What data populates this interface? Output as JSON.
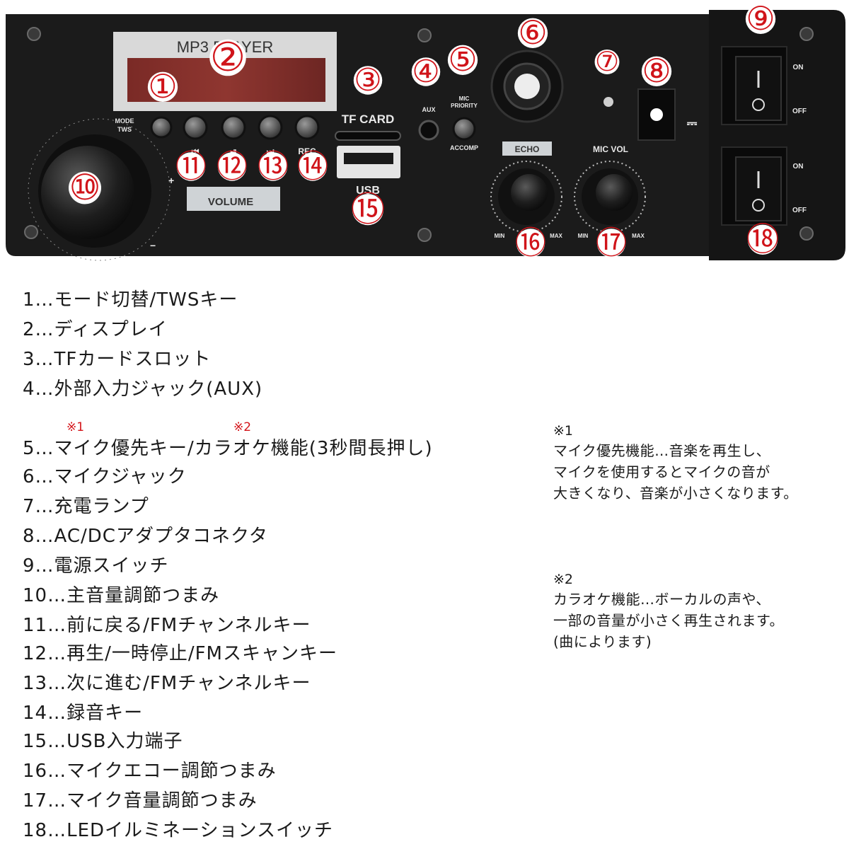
{
  "panel": {
    "display_title": "MP3 PLAYER",
    "labels": {
      "mode": "MODE",
      "tws": "TWS",
      "tf_card": "TF CARD",
      "usb": "USB",
      "aux": "AUX",
      "mic": "MIC",
      "priority": "PRIORITY",
      "accomp": "ACCOMP",
      "echo": "ECHO",
      "mic_vol": "MIC VOL",
      "volume": "VOLUME",
      "rec": "REC",
      "prev": "⏮",
      "play": "⏯",
      "next": "⏭",
      "min": "MIN",
      "max": "MAX",
      "on": "ON",
      "off": "OFF",
      "plus": "+",
      "minus": "−"
    },
    "callouts": [
      "①",
      "②",
      "③",
      "④",
      "⑤",
      "⑥",
      "⑦",
      "⑧",
      "⑨",
      "⑩",
      "⑪",
      "⑫",
      "⑬",
      "⑭",
      "⑮",
      "⑯",
      "⑰",
      "⑱"
    ],
    "colors": {
      "panel": "#1c1c1c",
      "callout": "#d0141a",
      "display": "#8a2f2a"
    }
  },
  "legend": [
    {
      "text": "1…モード切替/TWSキー"
    },
    {
      "text": "2…ディスプレイ"
    },
    {
      "text": "3…TFカードスロット"
    },
    {
      "text": "4…外部入力ジャック(AUX)"
    },
    {
      "text": "5…マイク優先キー/カラオケ機能(3秒間長押し)"
    },
    {
      "text": "6…マイクジャック"
    },
    {
      "text": "7…充電ランプ"
    },
    {
      "text": "8…AC/DCアダプタコネクタ"
    },
    {
      "text": "9…電源スイッチ"
    },
    {
      "text": "10…主音量調節つまみ"
    },
    {
      "text": "11…前に戻る/FMチャンネルキー"
    },
    {
      "text": "12…再生/一時停止/FMスキャンキー"
    },
    {
      "text": "13…次に進む/FMチャンネルキー"
    },
    {
      "text": "14…録音キー"
    },
    {
      "text": "15…USB入力端子"
    },
    {
      "text": "16…マイクエコー調節つまみ"
    },
    {
      "text": "17…マイク音量調節つまみ"
    },
    {
      "text": "18…LEDイルミネーションスイッチ"
    }
  ],
  "marks": {
    "mark1": "※1",
    "mark2": "※2"
  },
  "notes": [
    {
      "mark": "※1",
      "lines": [
        "マイク優先機能…音楽を再生し、",
        "マイクを使用するとマイクの音が",
        "大きくなり、音楽が小さくなります。"
      ]
    },
    {
      "mark": "※2",
      "lines": [
        "カラオケ機能…ボーカルの声や、",
        "一部の音量が小さく再生されます。",
        "(曲によります)"
      ]
    }
  ]
}
